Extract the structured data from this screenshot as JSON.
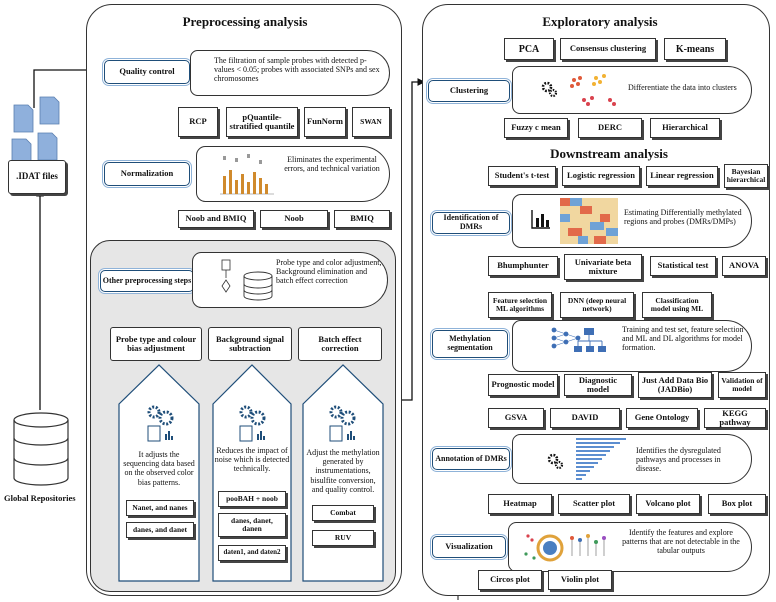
{
  "left_inputs": {
    "idat_label": ".IDAT files",
    "repo_label": "Global Repositories"
  },
  "preprocessing": {
    "title": "Preprocessing analysis",
    "quality_control": "Quality control",
    "qc_desc": "The filtration of sample probes with detected p-values < 0.05; probes with associated SNPs and sex chromosomes",
    "norm_methods_top": [
      "RCP",
      "pQuantile-stratified quantile",
      "FunNorm",
      "SWAN"
    ],
    "normalization": "Normalization",
    "norm_desc": "Eliminates the experimental errors, and technical variation",
    "norm_methods_bottom": [
      "Noob and BMIQ",
      "Noob",
      "BMIQ"
    ],
    "other_steps": "Other preprocessing steps",
    "other_desc": "Probe type and color adjustment, Background elimination and batch effect correction",
    "columns": [
      {
        "title": "Probe type and colour bias adjustment",
        "desc": "It adjusts the sequencing data based on the observed color bias patterns.",
        "methods": [
          "Nanet, and nanes",
          "danes, and danet"
        ]
      },
      {
        "title": "Background signal subtraction",
        "desc": "Reduces the impact of noise which is detected technically.",
        "methods": [
          "pooBAH + noob",
          "danes, danet, danen",
          "daten1, and daten2"
        ]
      },
      {
        "title": "Batch effect correction",
        "desc": "Adjust the methylation generated by instrumentations, bisulfite conversion, and quality control.",
        "methods": [
          "Combat",
          "RUV"
        ]
      }
    ]
  },
  "exploratory": {
    "title": "Exploratory analysis",
    "clustering": "Clustering",
    "clust_top": [
      "PCA",
      "Consensus clustering",
      "K-means"
    ],
    "clust_desc": "Differentiate the data into clusters",
    "clust_bottom": [
      "Fuzzy c mean",
      "DERC",
      "Hierarchical"
    ]
  },
  "downstream": {
    "title": "Downstream analysis",
    "dmr": "Identification of DMRs",
    "dmr_top": [
      "Student's t-test",
      "Logistic regression",
      "Linear regression",
      "Bayesian hierarchical"
    ],
    "dmr_desc": "Estimating Differentially methylated regions and probes (DMRs/DMPs)",
    "dmr_bottom": [
      "Bhumphunter",
      "Univariate beta mixture",
      "Statistical test",
      "ANOVA"
    ],
    "seg": "Methylation segmentation",
    "seg_top": [
      "Feature selection ML algorithms",
      "DNN (deep neural network)",
      "Classification model using ML"
    ],
    "seg_desc": "Training and test set, feature selection and ML and DL algorithms for model formation.",
    "seg_bottom": [
      "Prognostic model",
      "Diagnostic model",
      "Just Add Data Bio (JADBio)",
      "Validation of model"
    ],
    "ann": "Annotation of DMRs",
    "ann_top": [
      "GSVA",
      "DAVID",
      "Gene Ontology",
      "KEGG pathway"
    ],
    "ann_desc": "Identifies the dysregulated pathways and processes in disease.",
    "vis": "Visualization",
    "vis_top": [
      "Heatmap",
      "Scatter plot",
      "Volcano plot",
      "Box plot"
    ],
    "vis_desc": "Identify the features and explore patterns that are not detectable in the tabular outputs",
    "vis_bottom": [
      "Circos plot",
      "Violin plot"
    ]
  },
  "colors": {
    "node_border": "#1f4e79",
    "file_blue": "#8fb0dc",
    "inner_gray": "#e6e6e6"
  }
}
